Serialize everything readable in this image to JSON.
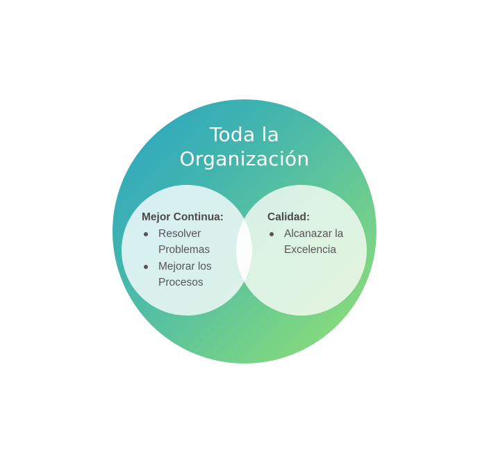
{
  "diagram": {
    "type": "venn-in-circle",
    "outer": {
      "title_line1": "Toda la",
      "title_line2": "Organización",
      "gradient_start": "#2aa3c4",
      "gradient_end": "#95e070"
    },
    "left_circle": {
      "heading": "Mejor Continua:",
      "items": [
        {
          "line1": "Resolver",
          "line2": "Problemas"
        },
        {
          "line1": "Mejorar los",
          "line2": "Procesos"
        }
      ]
    },
    "right_circle": {
      "heading": "Calidad:",
      "items": [
        {
          "line1": "Alcanazar la",
          "line2": "Excelencia"
        }
      ]
    },
    "colors": {
      "text_dark": "#555555",
      "title_text": "#ffffff",
      "inner_fill": "#eef8f3"
    }
  }
}
